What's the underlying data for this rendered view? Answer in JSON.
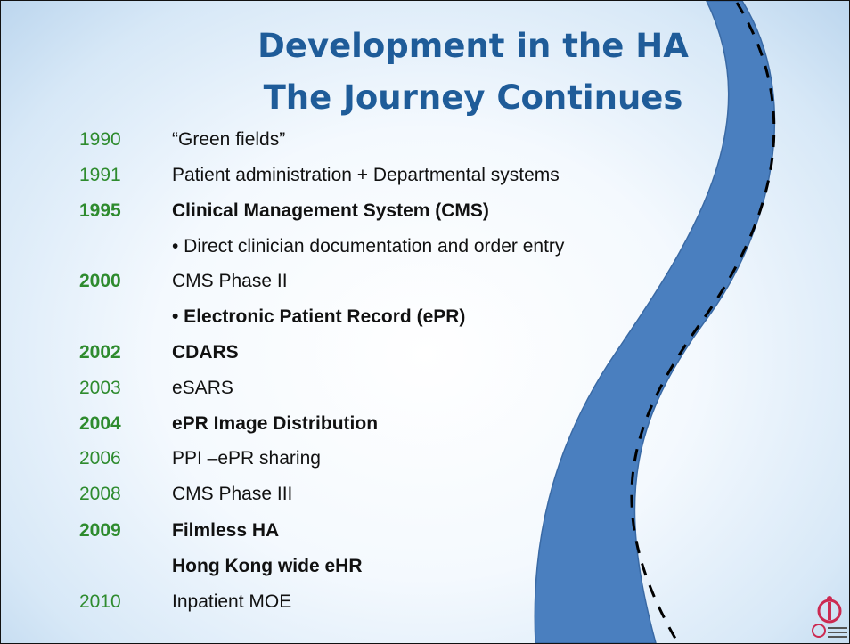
{
  "title": {
    "line1": "Development in the HA",
    "line2": "The Journey Continues"
  },
  "timeline": [
    {
      "year": "1990",
      "text": "“Green fields”",
      "bold_year": false,
      "bold_text": false
    },
    {
      "year": "1991",
      "text": "Patient administration + Departmental systems",
      "bold_year": false,
      "bold_text": false
    },
    {
      "year": "1995",
      "text": "Clinical Management System (CMS)",
      "bold_year": true,
      "bold_text": true
    },
    {
      "year": "",
      "text": "• Direct clinician documentation and order entry",
      "bold_year": false,
      "bold_text": false
    },
    {
      "year": "2000",
      "text": "CMS Phase II",
      "bold_year": true,
      "bold_text": false
    },
    {
      "year": "",
      "text": "• Electronic Patient Record (ePR)",
      "bold_year": false,
      "bold_text": true
    },
    {
      "year": "2002",
      "text": "CDARS",
      "bold_year": true,
      "bold_text": true
    },
    {
      "year": "2003",
      "text": "eSARS",
      "bold_year": false,
      "bold_text": false
    },
    {
      "year": "2004",
      "text": "ePR Image Distribution",
      "bold_year": true,
      "bold_text": true
    },
    {
      "year": "2006",
      "text": "PPI –ePR sharing",
      "bold_year": false,
      "bold_text": false
    },
    {
      "year": "2008",
      "text": "CMS Phase III",
      "bold_year": false,
      "bold_text": false
    },
    {
      "year": "2009",
      "text": "Filmless HA",
      "bold_year": true,
      "bold_text": true
    },
    {
      "year": "",
      "text": "Hong Kong wide eHR",
      "bold_year": false,
      "bold_text": true
    },
    {
      "year": "2010",
      "text": "Inpatient MOE",
      "bold_year": false,
      "bold_text": false
    }
  ],
  "colors": {
    "title": "#1f5c99",
    "year": "#2e8b2e",
    "road": "#4a7fbf",
    "logo": "#cc2a52"
  },
  "icons": {
    "road": "winding-road-graphic",
    "logo": "hospital-authority-logo"
  }
}
